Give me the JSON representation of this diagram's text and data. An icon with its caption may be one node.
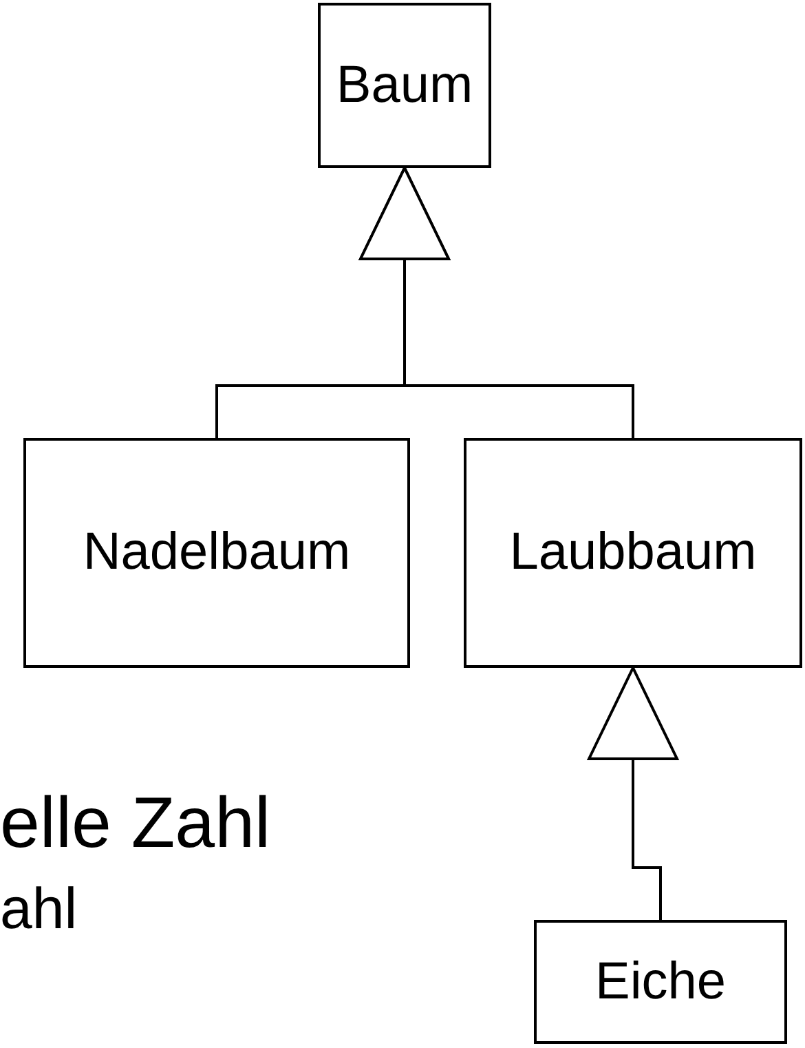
{
  "diagram": {
    "nodes": [
      {
        "text": [
          "Baum"
        ]
      },
      {
        "text": [
          "Nadelbaum"
        ]
      },
      {
        "text": [
          "Laubbaum"
        ]
      },
      {
        "text": [
          "Eiche"
        ]
      }
    ],
    "edges": [
      {
        "from": 1,
        "to": 0,
        "arrow": "to"
      },
      {
        "from": 2,
        "to": 0,
        "arrow": "to"
      },
      {
        "from": 3,
        "to": 2,
        "arrow": "to"
      }
    ],
    "labels": [
      "elle Zahl",
      "ahl"
    ]
  }
}
